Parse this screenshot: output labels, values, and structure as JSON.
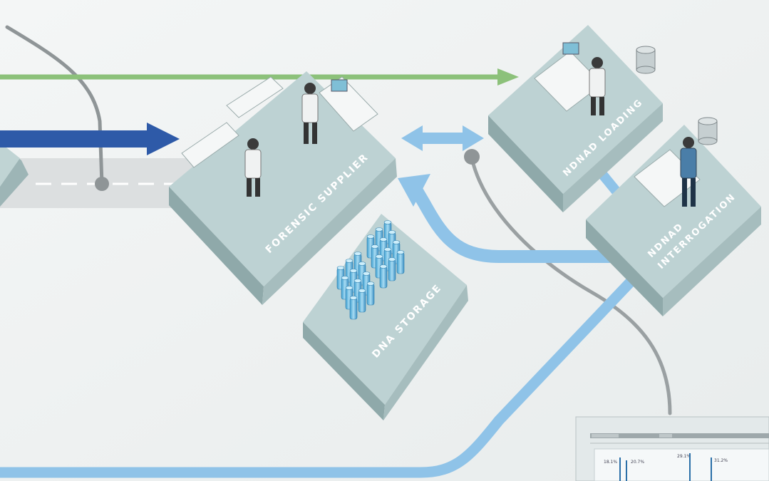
{
  "labels": {
    "forensic_supplier": "FORENSIC SUPPLIER",
    "dna_storage": "DNA STORAGE",
    "ndnad_loading": "NDNAD LOADING",
    "ndnad_interrogation_line1": "NDNAD",
    "ndnad_interrogation_line2": "INTERROGATION"
  },
  "electropherogram": {
    "peak_labels": [
      "18.1%",
      "20.7%",
      "29.1%",
      "31.2%"
    ]
  },
  "colors": {
    "green_arrow": "#8cc17a",
    "dark_blue_arrow": "#2e5aa8",
    "light_blue_flow": "#8fc3e8",
    "platform_top": "#b7cfcf",
    "platform_side": "#8fa9aa",
    "grey_link": "#8f9597"
  }
}
